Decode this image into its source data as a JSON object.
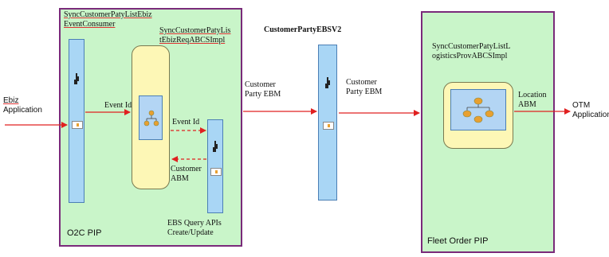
{
  "left_input": {
    "line1": "Ebiz",
    "line2": "Application"
  },
  "o2c_pip": {
    "consumer_label_line1": "SyncCustomerPatyListEbiz",
    "consumer_label_line2": "EventConsumer",
    "abcs_label_line1": "SyncCustomerPatyLis",
    "abcs_label_line2": "tEbizReqABCSImpl",
    "event_id_1": "Event Id",
    "event_id_2": "Event Id",
    "customer_abm_line1": "Customer",
    "customer_abm_line2": "ABM",
    "ebs_line1": "EBS Query APIs",
    "ebs_line2": "Create/Update",
    "pip_name": "O2C PIP"
  },
  "ebs": {
    "title": "CustomerPartyEBSV2",
    "ebm_in_line1": "Customer",
    "ebm_in_line2": "Party EBM",
    "ebm_out_line1": "Customer",
    "ebm_out_line2": "Party EBM"
  },
  "fleet_pip": {
    "label_line1": "SyncCustomerPatyListL",
    "label_line2": "ogisticsProvABCSImpl",
    "location_line1": "Location",
    "location_line2": "ABM",
    "pip_name": "Fleet Order PIP"
  },
  "right_output": {
    "line1": "OTM",
    "line2": "Application"
  },
  "colors": {
    "pip_fill": "#c9f5c9",
    "pip_border": "#7a2a7a",
    "arrow": "#e02020",
    "bar": "#a9d6f5",
    "yellow": "#fdf7b6"
  }
}
